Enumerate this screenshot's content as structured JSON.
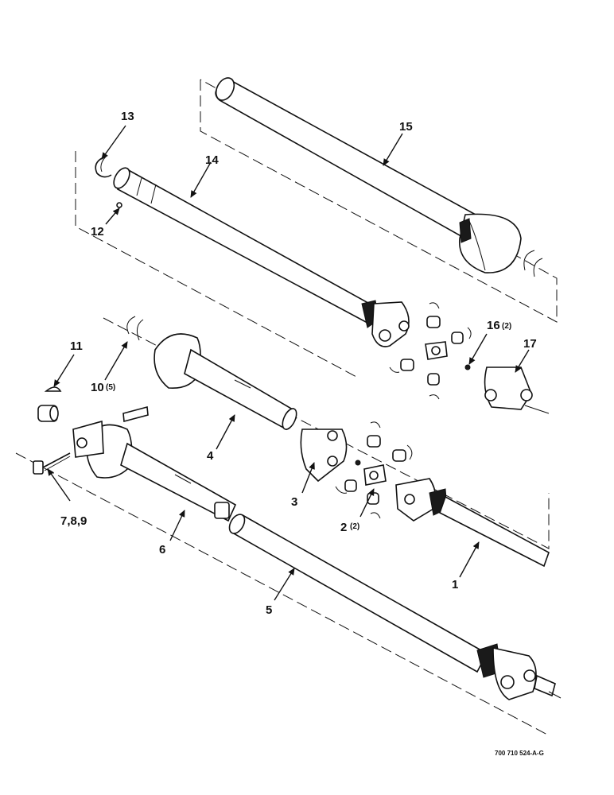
{
  "callouts": {
    "c1": "1",
    "c2": "2",
    "c2_qty": "(2)",
    "c3": "3",
    "c4": "4",
    "c5": "5",
    "c6": "6",
    "c789": "7,8,9",
    "c10": "10",
    "c10_qty": "(5)",
    "c11": "11",
    "c12": "12",
    "c13": "13",
    "c14": "14",
    "c15": "15",
    "c16": "16",
    "c16_qty": "(2)",
    "c17": "17"
  },
  "drawing_number": "700 710 524-A-G"
}
